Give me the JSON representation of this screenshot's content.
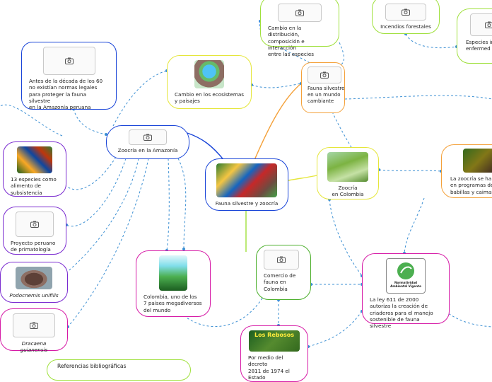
{
  "colors": {
    "blue": "#1a45d8",
    "dashed": "#3b8fd3",
    "yellow": "#e5e63a",
    "orange": "#f4a13a",
    "green_light": "#9fe03c",
    "green": "#4caf2c",
    "purple": "#7a2bd0",
    "magenta": "#d61aa6",
    "teal": "#1f9e8e"
  },
  "nodes": {
    "central": {
      "label": "Fauna silvestre y zoocría"
    },
    "zoocria_amazonia": {
      "label": "Zoocría en la Amazonía"
    },
    "antes_decada": {
      "label": "Antes de la década de los 60\nno existían normas legales\npara proteger la fauna silvestre\nen la Amazonía peruana"
    },
    "cambio_ecosistemas": {
      "label": "Cambio en los ecosistemas\ny paisajes"
    },
    "cambio_distribucion": {
      "label": "Cambio en la distribución,\ncomposición e interacción\nentre las especies"
    },
    "incendios": {
      "label": "Incendios forestales"
    },
    "especies_invasoras": {
      "label": "Especies in\nenfermed"
    },
    "fauna_cambiante": {
      "label": "Fauna silvestre\nen un mundo\ncambiante"
    },
    "zoocria_colombia": {
      "label": "Zoocría\nen Colombia"
    },
    "zoocria_programas": {
      "label": "La zoocría se ha e\nen programas de\nbabillas y caiman"
    },
    "especies_13": {
      "label": "13 especies como\nalimento de\nsubsistencia"
    },
    "proyecto_peruano": {
      "label": "Proyecto peruano\nde primatología"
    },
    "podocnemis": {
      "label": "Podocnemis unifilis"
    },
    "dracaena": {
      "label": "Dracaena guianensis"
    },
    "megadiversos": {
      "label": "Colombia, uno de los\n7 países megadiversos\ndel mundo"
    },
    "comercio": {
      "label": "Comercio de\nfauna en\nColombia"
    },
    "ley_611": {
      "label": "La ley 611 de 2000\nautoriza la creación de\ncriaderos para el manejo\nsostenible de fauna silvestre"
    },
    "decreto": {
      "label": "Por medio del decreto\n2811 de 1974 el Estado"
    },
    "referencias": {
      "label": "Referencias bibliográficas"
    }
  },
  "images": {
    "normatividad_line1": "Normatividad",
    "normatividad_line2": "Ambiental Vigente",
    "rebosas": "Los Rebosos"
  }
}
